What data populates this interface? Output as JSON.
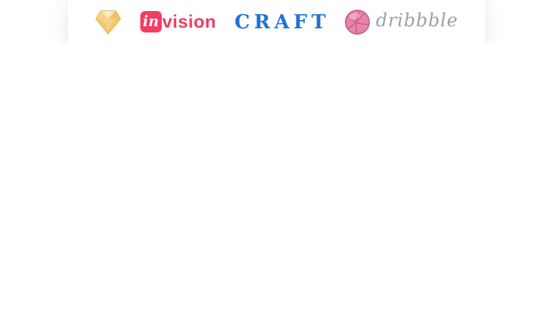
{
  "page": {
    "background_color": "#ffffff"
  },
  "logo_bar": {
    "background_color": "#ffffff",
    "logos": {
      "sketch": {
        "icon": "sketch-diamond-icon",
        "facets": {
          "outline": "#E7AE4D",
          "bottom": "#F2C76D",
          "bottom_sheen": "#F7DB9C",
          "top_left": "#F6D288",
          "top_right": "#EEC165",
          "top_center": "#FAE5AC",
          "top_center_light": "#FCF1CF"
        }
      },
      "invision": {
        "badge": "in",
        "wordmark": "vision",
        "brand_color": "#F43B61",
        "badge_text_color": "#FFFFFF"
      },
      "craft": {
        "wordmark": "CRAFT",
        "brand_color": "#1E72D6"
      },
      "dribbble": {
        "icon": "dribbble-ball-icon",
        "wordmark": "dribbble",
        "ball_fill": "#E884AA",
        "ball_line": "#C9618C",
        "text_color": "#9AA1A7"
      }
    }
  }
}
